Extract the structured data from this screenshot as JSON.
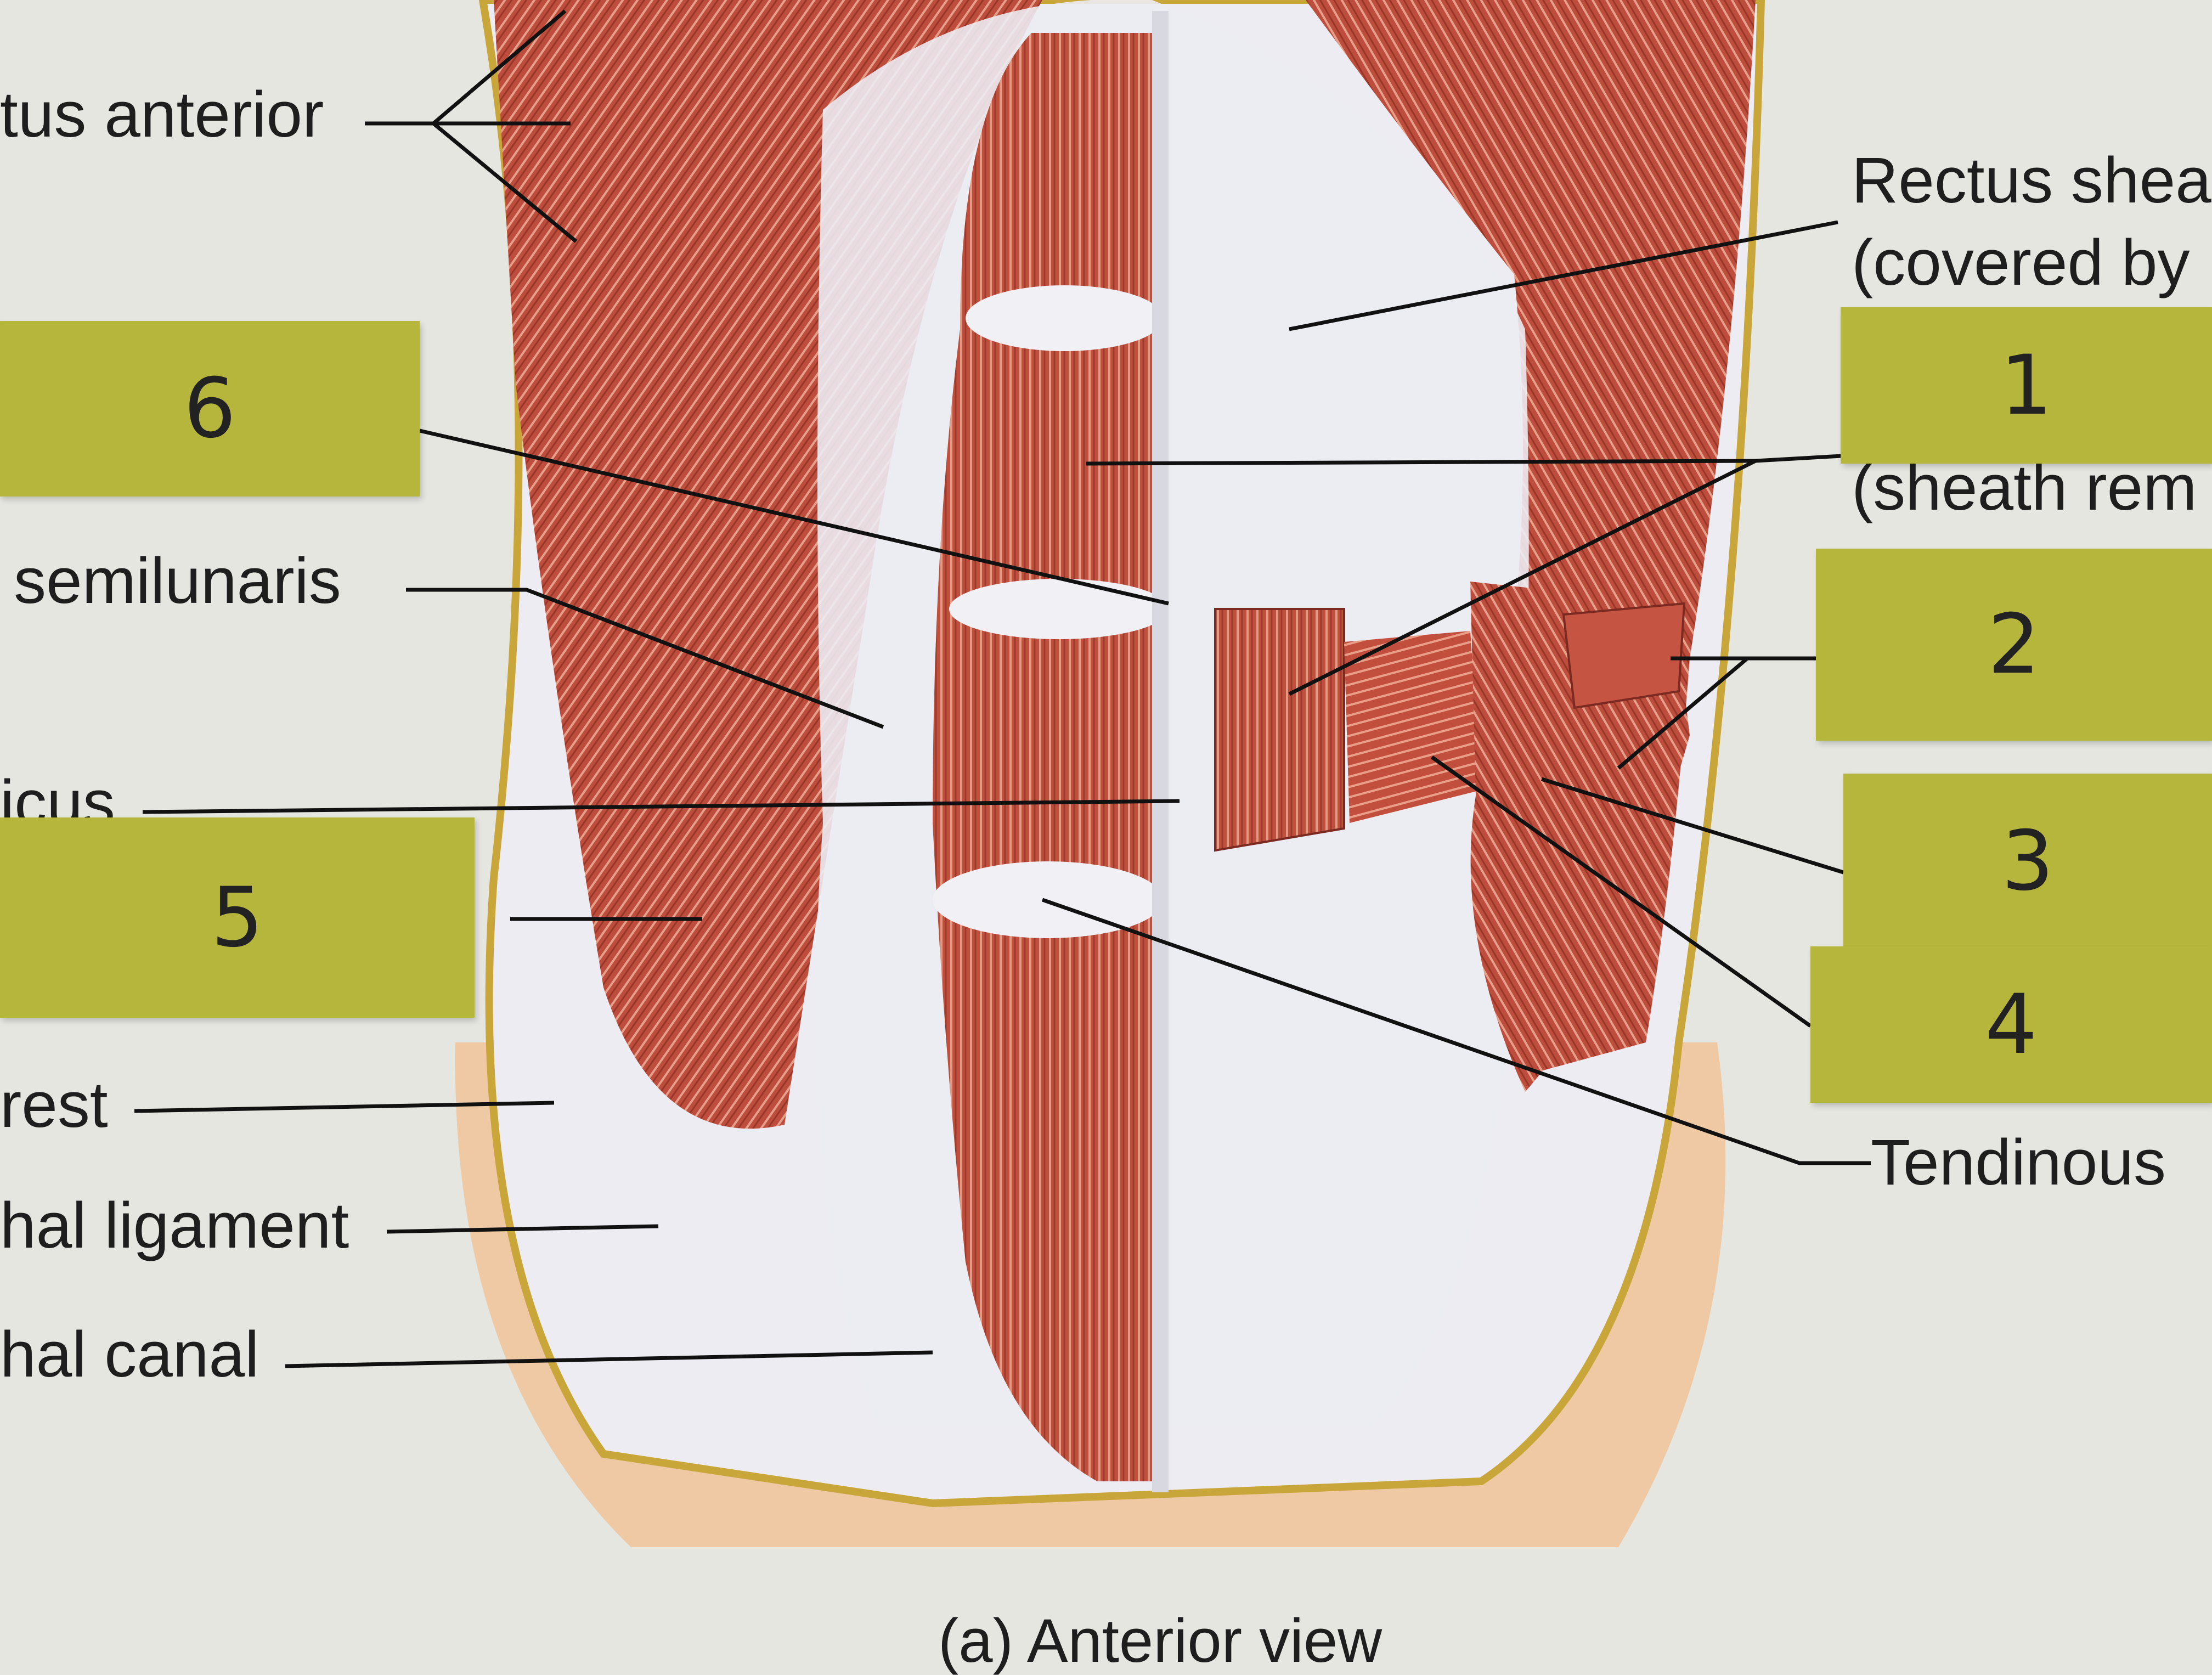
{
  "labels": {
    "serratus": "tus anterior",
    "linea_semilunaris": "semilunaris",
    "obliquus": "icus",
    "iliac_crest": "rest",
    "inguinal_ligament": "hal ligament",
    "inguinal_canal": "hal canal",
    "rectus_sheath_line1": "Rectus shea",
    "rectus_sheath_line2": "(covered by",
    "sheath_removed": "(sheath rem",
    "tendinous": "Tendinous"
  },
  "stickies": [
    "1",
    "2",
    "3",
    "4",
    "5",
    "6"
  ],
  "caption": "(a) Anterior view",
  "colors": {
    "muscle": "#b84a3a",
    "aponeurosis": "#ececf3",
    "skin": "#eec9a4",
    "sticky": "#b7b63c",
    "background": "#e6e6e1"
  }
}
